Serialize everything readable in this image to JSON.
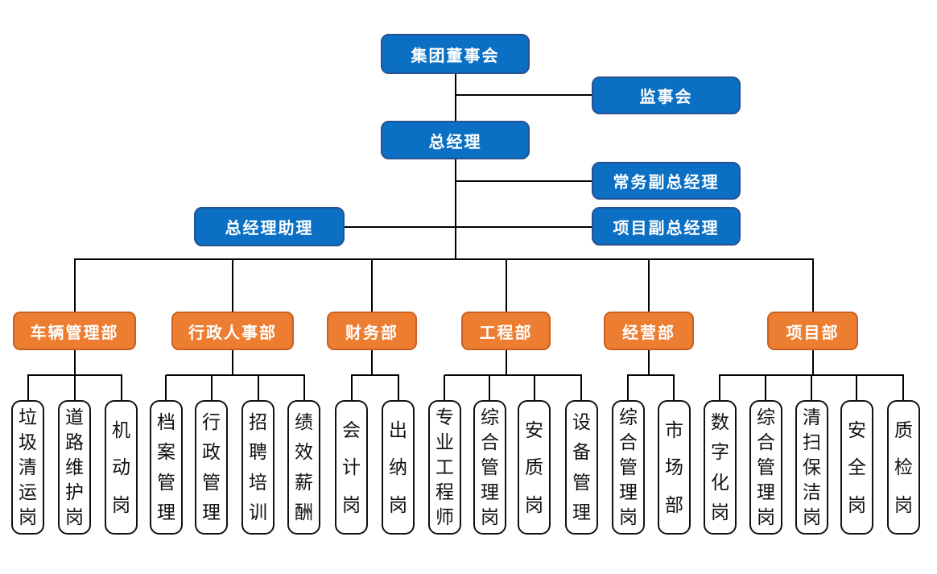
{
  "palette": {
    "blue_fill": "#0b70c3",
    "blue_border": "#27508f",
    "orange_fill": "#ed7d31",
    "orange_border": "#c9611e",
    "position_fill": "#ffffff",
    "position_border": "#111111",
    "line_color": "#000000",
    "text_on_color": "#ffffff"
  },
  "executive": {
    "board": "集团董事会",
    "supervisory": "监事会",
    "gm": "总经理",
    "exec_vgm": "常务副总经理",
    "gm_assistant": "总经理助理",
    "project_vgm": "项目副总经理"
  },
  "departments": [
    {
      "name": "车辆管理部",
      "positions": [
        "垃圾清运岗",
        "道路维护岗",
        "机动岗"
      ]
    },
    {
      "name": "行政人事部",
      "positions": [
        "档案管理",
        "行政管理",
        "招聘培训",
        "绩效薪酬"
      ]
    },
    {
      "name": "财务部",
      "positions": [
        "会计岗",
        "出纳岗"
      ]
    },
    {
      "name": "工程部",
      "positions": [
        "专业工程师",
        "综合管理岗",
        "安质岗",
        "设备管理"
      ]
    },
    {
      "name": "经营部",
      "positions": [
        "综合管理岗",
        "市场部"
      ]
    },
    {
      "name": "项目部",
      "positions": [
        "数字化岗",
        "综合管理岗",
        "清扫保洁岗",
        "安全岗",
        "质检岗"
      ]
    }
  ]
}
